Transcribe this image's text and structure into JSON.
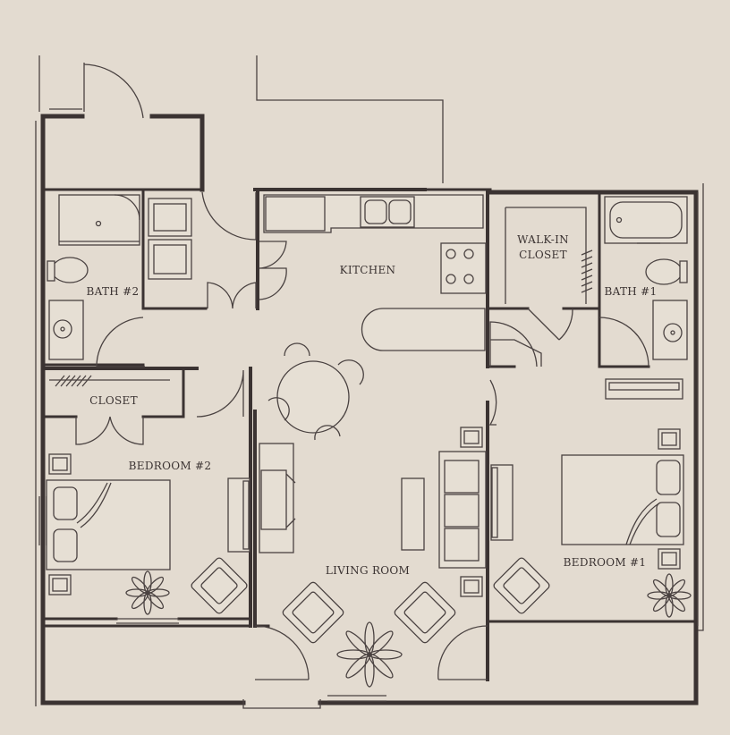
{
  "rooms": {
    "kitchen": "KITCHEN",
    "walk_in_closet_line1": "WALK-IN",
    "walk_in_closet_line2": "CLOSET",
    "bath2": "BATH #2",
    "bath1": "BATH #1",
    "closet": "CLOSET",
    "bedroom2": "BEDROOM #2",
    "bedroom1": "BEDROOM #1",
    "living_room": "LIVING ROOM"
  },
  "colors": {
    "paper": "#e3dbd0",
    "wall": "#3b3332",
    "line": "#4a4241"
  }
}
